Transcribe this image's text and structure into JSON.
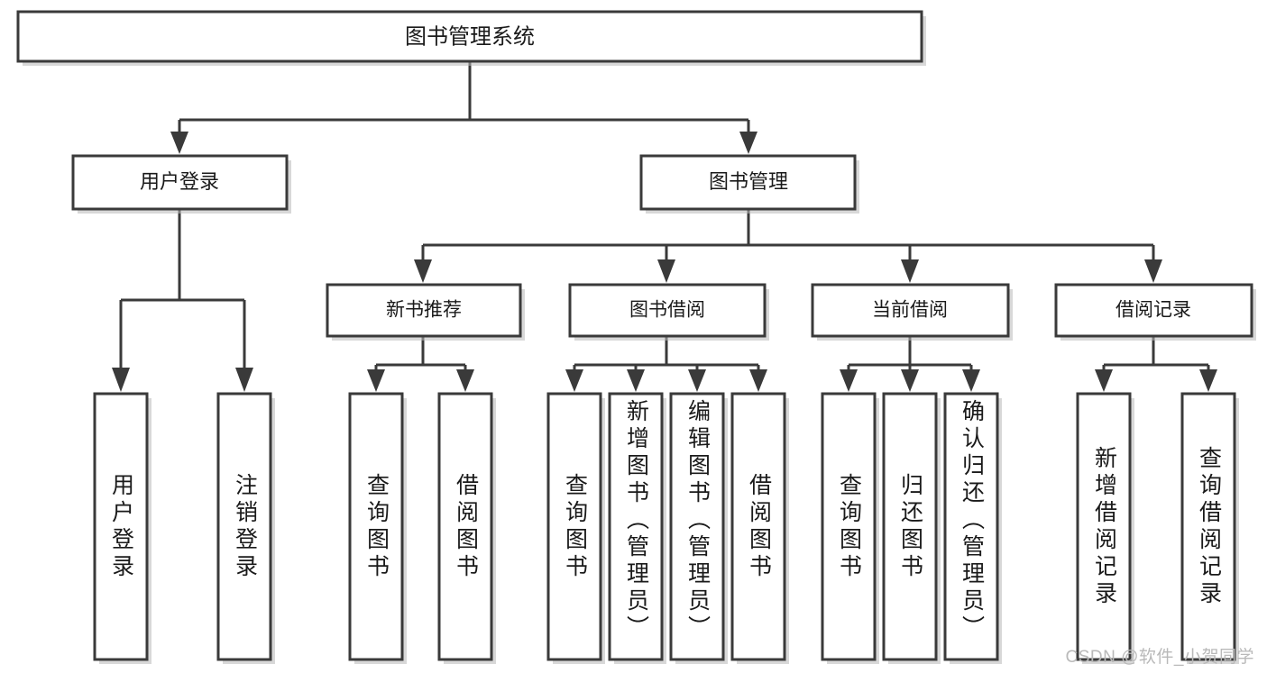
{
  "diagram": {
    "type": "tree-hierarchy",
    "title": "图书管理系统",
    "watermark": "CSDN @软件_小贺同学",
    "colors": {
      "stroke": "#3a3a3a",
      "box_fill": "#ffffff",
      "text": "#1a1a1a",
      "background": "#ffffff",
      "watermark": "#b9b9b9"
    },
    "root": {
      "label": "图书管理系统",
      "level": 1
    },
    "level2": [
      {
        "label": "用户登录"
      },
      {
        "label": "图书管理"
      }
    ],
    "level3": [
      {
        "label": "新书推荐"
      },
      {
        "label": "图书借阅"
      },
      {
        "label": "当前借阅"
      },
      {
        "label": "借阅记录"
      }
    ],
    "leaves": {
      "user_login": [
        {
          "label": "用户登录"
        },
        {
          "label": "注销登录"
        }
      ],
      "new_book": [
        {
          "label": "查询图书"
        },
        {
          "label": "借阅图书"
        }
      ],
      "book_borrow": [
        {
          "label": "查询图书"
        },
        {
          "label": "新增图书（管理员）"
        },
        {
          "label": "编辑图书（管理员）"
        },
        {
          "label": "借阅图书"
        }
      ],
      "current_borrow": [
        {
          "label": "查询图书"
        },
        {
          "label": "归还图书"
        },
        {
          "label": "确认归还（管理员）"
        }
      ],
      "borrow_record": [
        {
          "label": "新增借阅记录"
        },
        {
          "label": "查询借阅记录"
        }
      ]
    }
  }
}
